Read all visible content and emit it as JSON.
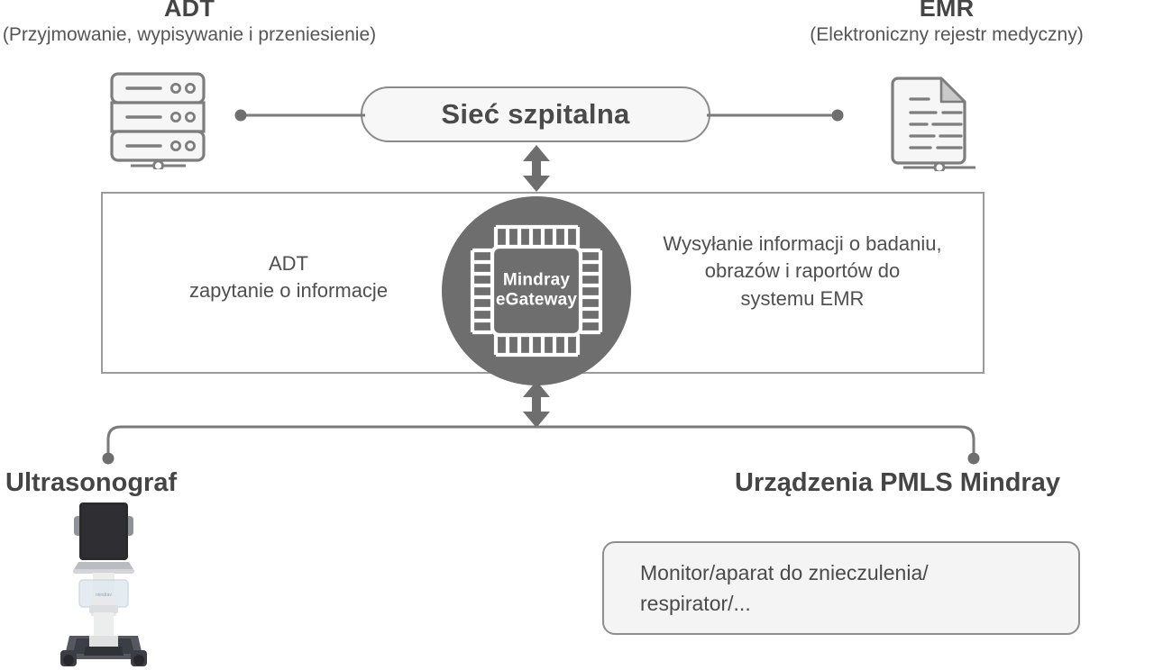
{
  "diagram": {
    "title_left": "ADT",
    "subtitle_left": "(Przyjmowanie, wypisywanie i przeniesienie)",
    "title_right": "EMR",
    "subtitle_right": "(Elektroniczny rejestr medyczny)",
    "network_pill_label": "Sieć szpitalna",
    "gateway_line1": "Mindray",
    "gateway_line2": "eGateway",
    "left_flow_line1": "ADT",
    "left_flow_line2": "zapytanie o informacje",
    "right_flow_line1": "Wysyłanie informacji o badaniu,",
    "right_flow_line2": "obrazów i raportów do",
    "right_flow_line3": "systemu EMR",
    "bottom_label_left": "Ultrasonograf",
    "bottom_label_right": "Urządzenia PMLS Mindray",
    "device_box_line1": "Monitor/aparat do znieczulenia/",
    "device_box_line2": "respirator/...",
    "icons": {
      "server": "server-icon",
      "document": "document-icon",
      "chip": "chip-icon",
      "ultrasound": "ultrasound-cart-icon"
    },
    "colors": {
      "line": "#7a7a7a",
      "circle_fill": "#6e6e6e",
      "box_border": "#9a9a9a",
      "pill_fill": "#f7f7f7",
      "device_fill": "#f4f4f4",
      "text": "#4a4a4a"
    }
  }
}
